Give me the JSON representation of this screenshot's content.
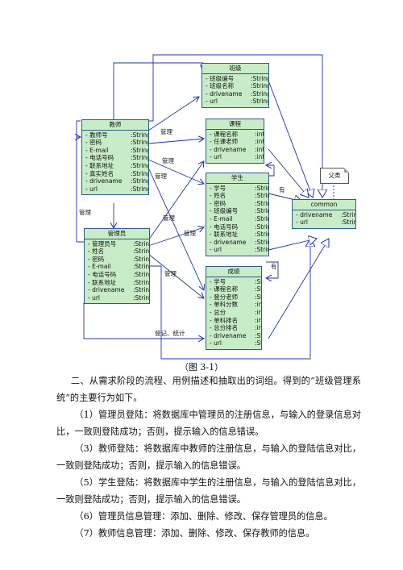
{
  "classes": {
    "banji": {
      "name": "班级",
      "attrs": [
        [
          "班级编号",
          ":String"
        ],
        [
          "班级名称",
          ":String"
        ],
        [
          "drivename",
          ":String"
        ],
        [
          "url",
          ":String"
        ]
      ]
    },
    "kecheng": {
      "name": "课程",
      "attrs": [
        [
          "课程名称",
          ":int"
        ],
        [
          "任课老师",
          ":int"
        ],
        [
          "drivename",
          ":int"
        ],
        [
          "url",
          ":int"
        ]
      ]
    },
    "jiaoshi": {
      "name": "教师",
      "attrs": [
        [
          "教师号",
          ":String"
        ],
        [
          "密码",
          ":String"
        ],
        [
          "E-mail",
          ":String"
        ],
        [
          "电话号码",
          ":String"
        ],
        [
          "联系地址",
          ":String"
        ],
        [
          "真实姓名",
          ":String"
        ],
        [
          "drivename",
          ":String"
        ],
        [
          "url",
          ":String"
        ]
      ]
    },
    "xuesheng": {
      "name": "学生",
      "attrs": [
        [
          "学号",
          ":String"
        ],
        [
          "姓名",
          ":String"
        ],
        [
          "密码",
          ":String"
        ],
        [
          "班级编号",
          ":String"
        ],
        [
          "E-mail",
          ":String"
        ],
        [
          "电话号码",
          ":String"
        ],
        [
          "联系地址",
          ":String"
        ],
        [
          "drivename",
          ":String"
        ],
        [
          "url",
          ":String"
        ]
      ]
    },
    "guanliyuan": {
      "name": "管理员",
      "attrs": [
        [
          "管理员号",
          ":String"
        ],
        [
          "姓名",
          ":String"
        ],
        [
          "密码",
          ":String"
        ],
        [
          "E-mail",
          ":String"
        ],
        [
          "电话号码",
          ":String"
        ],
        [
          "联系地址",
          ":String"
        ],
        [
          "drivename",
          ":String"
        ],
        [
          "url",
          ":String"
        ]
      ]
    },
    "chengji": {
      "name": "成绩",
      "attrs": [
        [
          "学号",
          ":String"
        ],
        [
          "课程名称",
          ":String"
        ],
        [
          "登分老师",
          ":String"
        ],
        [
          "单科分数",
          ":int"
        ],
        [
          "总分",
          ":int"
        ],
        [
          "单科排名",
          ":int"
        ],
        [
          "总分排名",
          ":int"
        ],
        [
          "drivename",
          ":String"
        ],
        [
          "url",
          ":String"
        ]
      ]
    },
    "common": {
      "name": "common",
      "attrs": [
        [
          "drivename",
          ":String"
        ],
        [
          "url",
          ":String"
        ]
      ]
    }
  },
  "note": "父类",
  "edge_labels": {
    "manage1": "管理",
    "manage2": "管理",
    "manage3": "管理",
    "manage4": "管理",
    "manage5": "管理",
    "manage6": "管理",
    "manage7": "管理",
    "has1": "有",
    "has2": "有",
    "login": "登记、统计"
  },
  "caption": "（图 3-1）",
  "paragraphs": [
    "二、从需求阶段的流程、用例描述和抽取出的词组。得到的“班级管理系统”的主要行为如下。",
    "（1）管理员登陆：将数据库中管理员的注册信息，与输入的登录信息对比，一致则登陆成功；否则，提示输入的信息错误。",
    "（3）教师登陆：将数据库中教师的注册信息，与输入的登陆信息对比，一致则登陆成功；否则，提示输入的信息错误。",
    "（5）学生登陆：将数据库中学生的注册信息，与输入的登陆信息对比，一致则登陆成功；否则，提示输入的信息错误。",
    "（6）管理员信息管理：添加、删除、修改、保存管理员的信息。",
    "（7）教师信息管理：添加、删除、修改、保存教师的信息。"
  ]
}
